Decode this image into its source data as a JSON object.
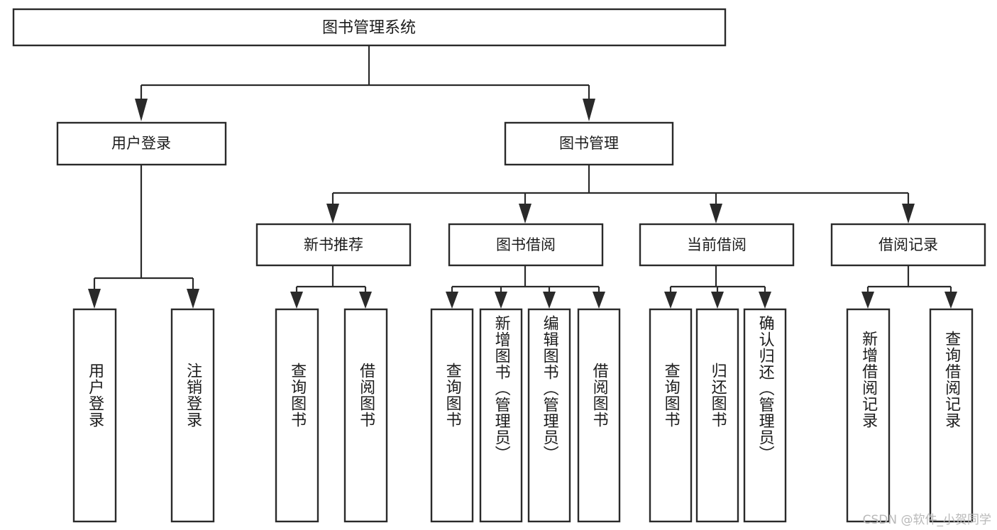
{
  "diagram": {
    "type": "hierarchy-tree",
    "title": "图书管理系统",
    "watermark": "CSDN @软件_小贺同学",
    "colors": {
      "box_fill": "#ffffff",
      "box_stroke": "#2a2a2a",
      "text": "#1c1c1c",
      "background": "#ffffff",
      "watermark": "#b9b9b9"
    },
    "levels": {
      "level1": [
        {
          "id": "root",
          "label": "图书管理系统"
        }
      ],
      "level2": [
        {
          "id": "user-login",
          "label": "用户登录"
        },
        {
          "id": "book-management",
          "label": "图书管理"
        }
      ],
      "level3": [
        {
          "id": "new-book-recommend",
          "label": "新书推荐",
          "parent": "book-management"
        },
        {
          "id": "book-borrow",
          "label": "图书借阅",
          "parent": "book-management"
        },
        {
          "id": "current-borrow",
          "label": "当前借阅",
          "parent": "book-management"
        },
        {
          "id": "borrow-record",
          "label": "借阅记录",
          "parent": "book-management"
        }
      ],
      "level4": [
        {
          "id": "leaf-user-login",
          "label": "用户登录",
          "parent": "user-login"
        },
        {
          "id": "leaf-logout",
          "label": "注销登录",
          "parent": "user-login"
        },
        {
          "id": "leaf-query-book-1",
          "label": "查询图书",
          "parent": "new-book-recommend"
        },
        {
          "id": "leaf-borrow-book-1",
          "label": "借阅图书",
          "parent": "new-book-recommend"
        },
        {
          "id": "leaf-query-book-2",
          "label": "查询图书",
          "parent": "book-borrow"
        },
        {
          "id": "leaf-add-book",
          "label": "新增图书（管理员）",
          "parent": "book-borrow"
        },
        {
          "id": "leaf-edit-book",
          "label": "编辑图书（管理员）",
          "parent": "book-borrow"
        },
        {
          "id": "leaf-borrow-book-2",
          "label": "借阅图书",
          "parent": "book-borrow"
        },
        {
          "id": "leaf-query-book-3",
          "label": "查询图书",
          "parent": "current-borrow"
        },
        {
          "id": "leaf-return-book",
          "label": "归还图书",
          "parent": "current-borrow"
        },
        {
          "id": "leaf-confirm-return",
          "label": "确认归还（管理员）",
          "parent": "current-borrow"
        },
        {
          "id": "leaf-add-record",
          "label": "新增借阅记录",
          "parent": "borrow-record"
        },
        {
          "id": "leaf-query-record",
          "label": "查询借阅记录",
          "parent": "borrow-record"
        }
      ]
    }
  }
}
